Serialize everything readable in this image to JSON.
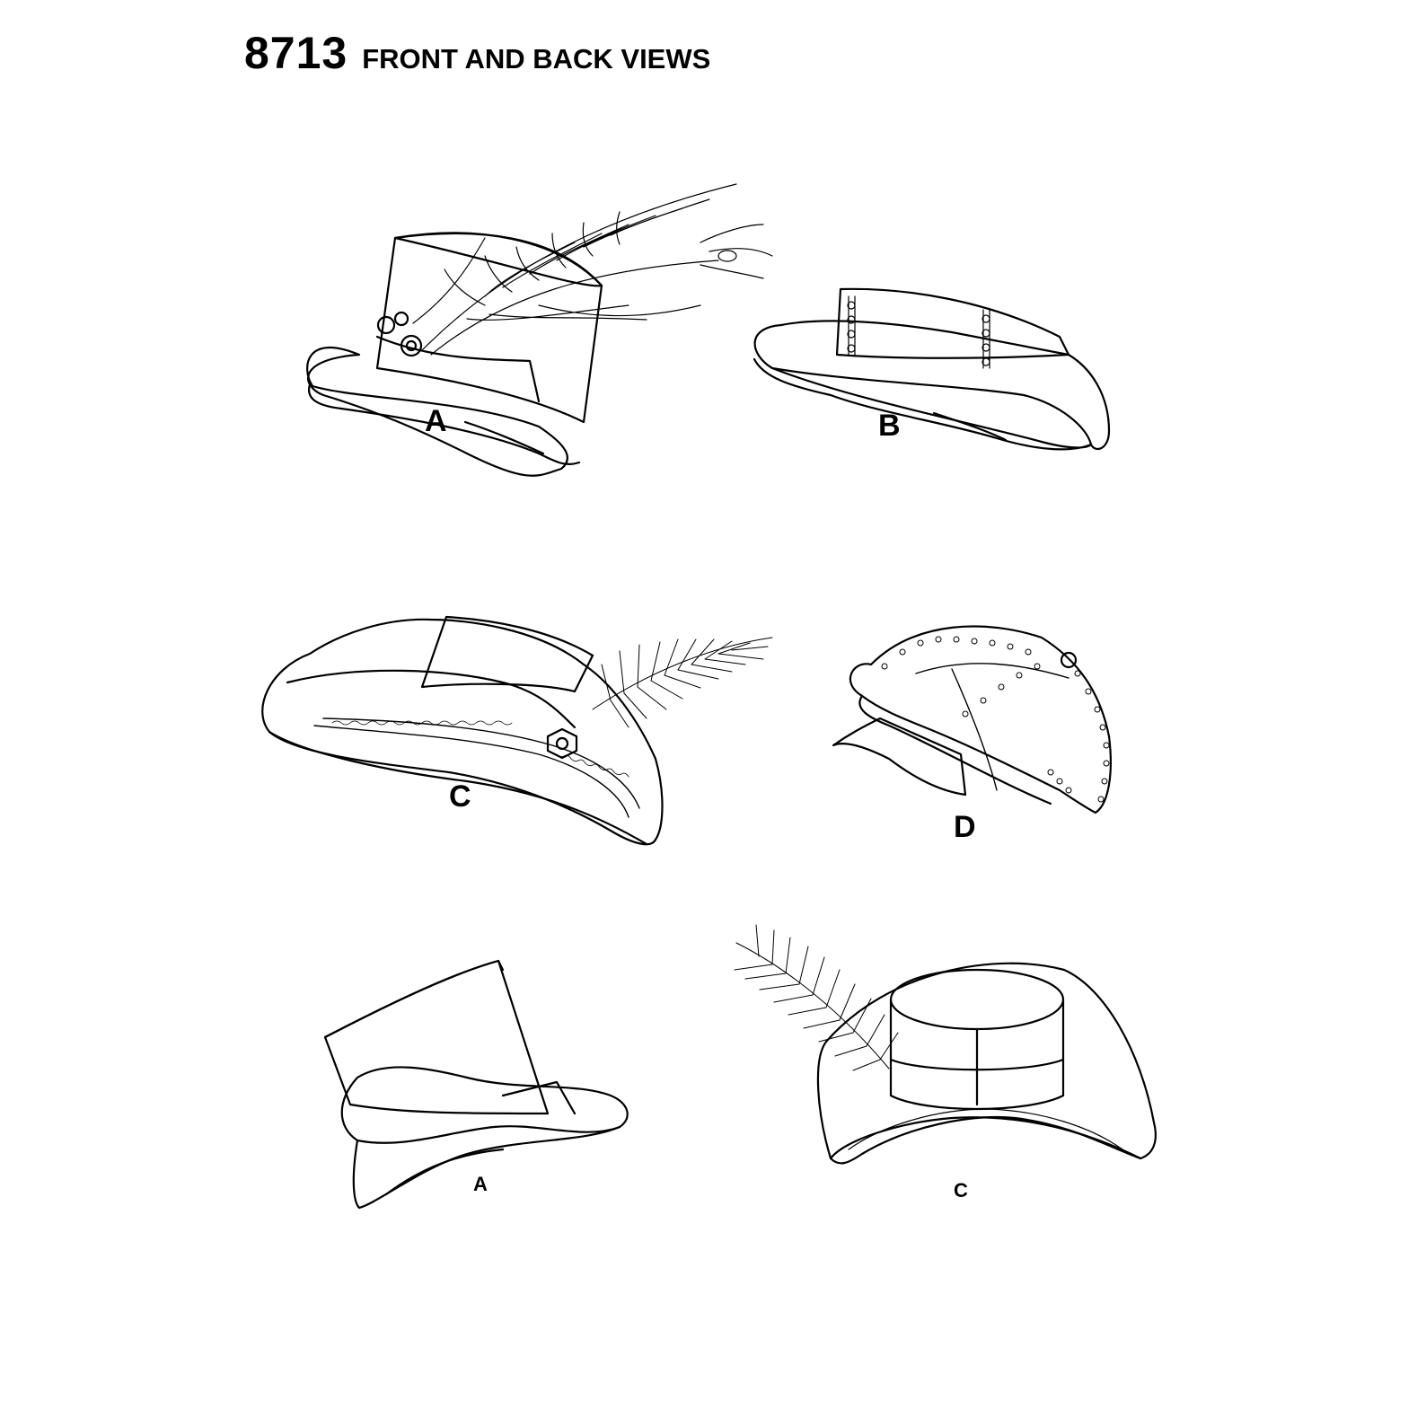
{
  "header": {
    "pattern_number": "8713",
    "heading": "FRONT AND BACK VIEWS"
  },
  "views": [
    {
      "label": "A"
    },
    {
      "label": "B"
    },
    {
      "label": "C"
    },
    {
      "label": "D"
    },
    {
      "label": "A"
    },
    {
      "label": "C"
    }
  ]
}
